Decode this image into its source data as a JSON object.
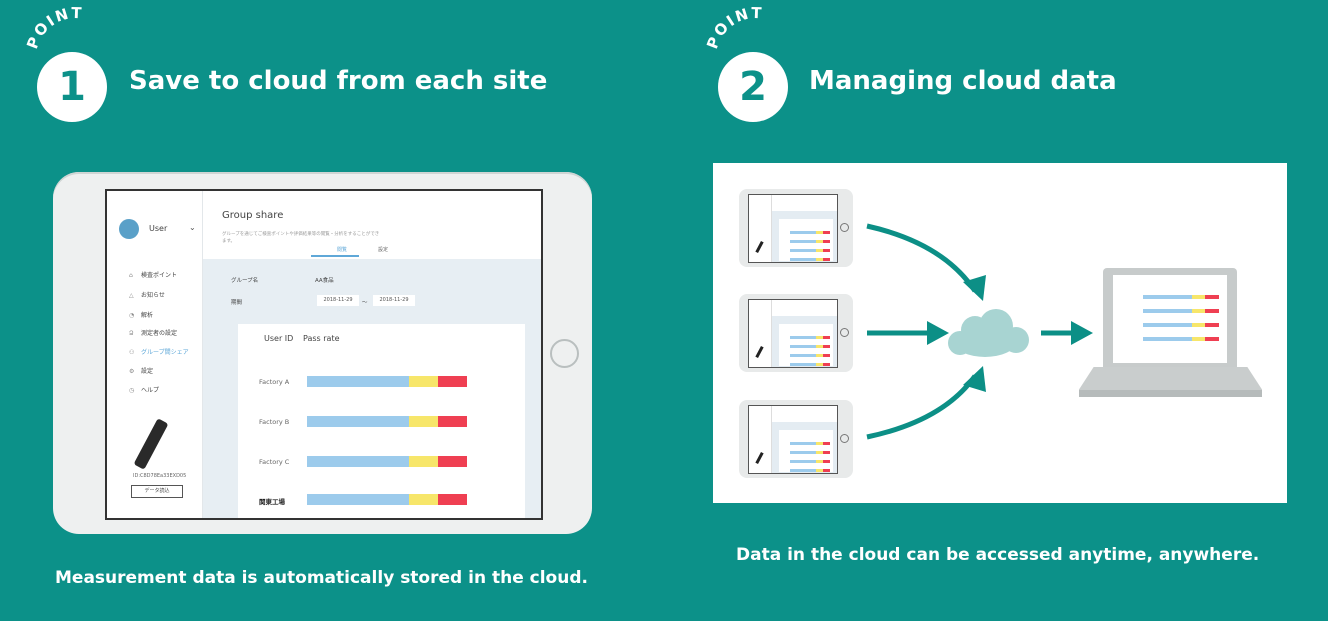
{
  "colors": {
    "background": "#0c9189",
    "bar_blue": "#9ccbec",
    "bar_yellow": "#f7e66a",
    "bar_red": "#ef3f52",
    "cloud": "#a8d4d2"
  },
  "point1": {
    "arc_label": "POINT",
    "number": "1",
    "title": "Save to cloud from each site",
    "caption": "Measurement data is automatically stored in the cloud.",
    "tablet": {
      "user": "User",
      "nav": [
        {
          "icon": "home-icon",
          "label": "検査ポイント"
        },
        {
          "icon": "bell-icon",
          "label": "お知らせ"
        },
        {
          "icon": "chart-icon",
          "label": "解析"
        },
        {
          "icon": "person-lock-icon",
          "label": "測定者の設定"
        },
        {
          "icon": "group-icon",
          "label": "グループ間シェア",
          "active": true
        },
        {
          "icon": "gear-icon",
          "label": "設定"
        },
        {
          "icon": "help-icon",
          "label": "ヘルプ"
        }
      ],
      "device_id": "ID:C8D78Ea33EXD05",
      "data_button": "データ読込",
      "page_title": "Group share",
      "page_desc": "グループを通じてご検査ポイントや評価結果等の閲覧・分析をすることができます。",
      "tabs": [
        "閲覧",
        "設定"
      ],
      "group_label": "グループ名",
      "group_value": "AA食品",
      "period_label": "期間",
      "date_from": "2018-11-29",
      "date_sep": "～",
      "date_to": "2018-11-29",
      "col_user_id": "User ID",
      "col_pass_rate": "Pass rate",
      "rows": [
        {
          "label": "Factory A",
          "blue": 0.64,
          "yellow": 0.18,
          "red": 0.18
        },
        {
          "label": "Factory B",
          "blue": 0.64,
          "yellow": 0.18,
          "red": 0.18
        },
        {
          "label": "Factory C",
          "blue": 0.64,
          "yellow": 0.18,
          "red": 0.18
        },
        {
          "label": "関東工場",
          "blue": 0.64,
          "yellow": 0.18,
          "red": 0.18
        }
      ]
    }
  },
  "point2": {
    "arc_label": "POINT",
    "number": "2",
    "title": "Managing cloud data",
    "caption": "Data in the cloud can be accessed anytime, anywhere."
  }
}
